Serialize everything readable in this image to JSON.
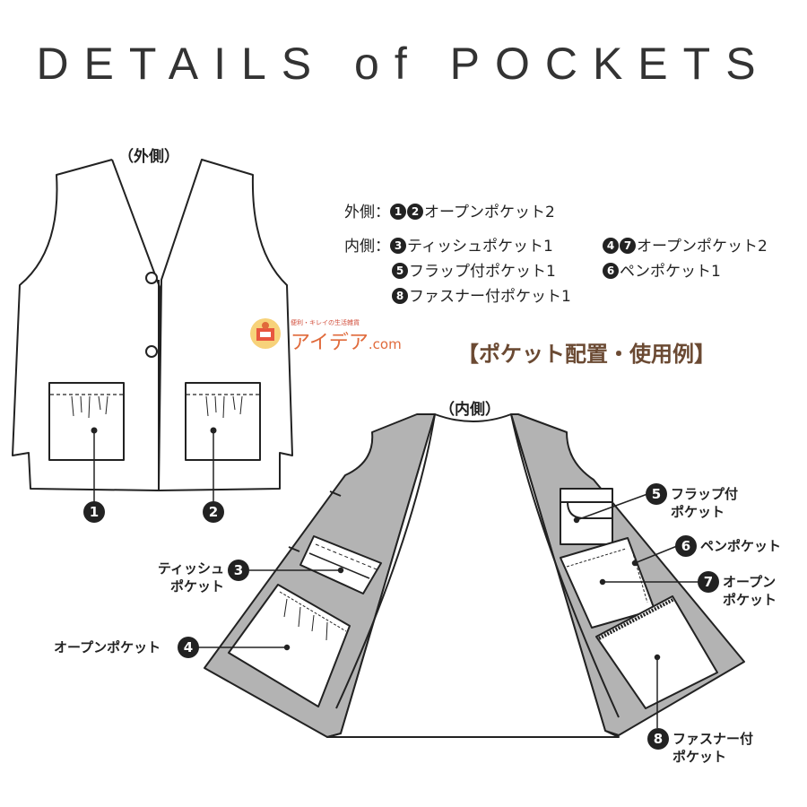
{
  "title": "DETAILS of POCKETS",
  "label_outside": "（外側）",
  "label_inside": "（内側）",
  "usage_title": "【ポケット配置・使用例】",
  "legend": {
    "outside_prefix": "外側：",
    "outside_item": "オープンポケット2",
    "inside_prefix": "内側：",
    "tissue": "ティッシュポケット1",
    "open_inside": "オープンポケット2",
    "flap": "フラップ付ポケット1",
    "pen": "ペンポケット1",
    "zipper": "ファスナー付ポケット1"
  },
  "badges": [
    "1",
    "2",
    "3",
    "4",
    "5",
    "6",
    "7",
    "8"
  ],
  "callouts": {
    "tissue_1": "ティッシュ",
    "tissue_2": "ポケット",
    "open_left": "オープンポケット",
    "flap_1": "フラップ付",
    "flap_2": "ポケット",
    "pen": "ペンポケット",
    "open_right_1": "オープン",
    "open_right_2": "ポケット",
    "zip_1": "ファスナー付",
    "zip_2": "ポケット"
  },
  "logo": {
    "tagline": "便利・キレイの生活雑貨",
    "name": "アイデア",
    "suffix": ".com"
  },
  "colors": {
    "lining_gray": "#b3b3b3",
    "usage_brown": "#6b4a33",
    "logo_orange": "#e06a3b",
    "ink": "#222222"
  }
}
